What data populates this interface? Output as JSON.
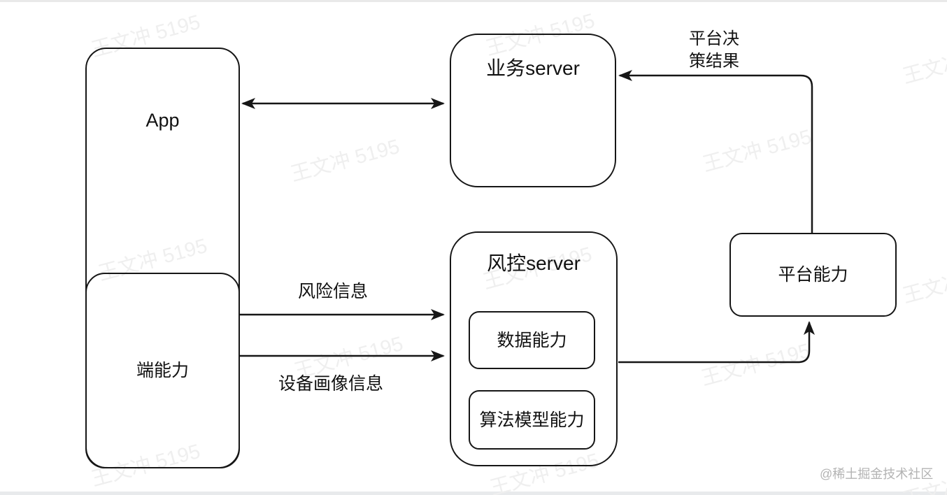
{
  "nodes": {
    "app": {
      "label": "App"
    },
    "device_capability": {
      "label": "端能力"
    },
    "business_server": {
      "label": "业务server"
    },
    "risk_server": {
      "label": "风控server"
    },
    "data_capability": {
      "label": "数据能力"
    },
    "algorithm_model_capability": {
      "label": "算法模型能力"
    },
    "platform_capability": {
      "label": "平台能力"
    }
  },
  "edges": {
    "app_business": {
      "label": ""
    },
    "risk_info": {
      "label": "风险信息"
    },
    "device_profile_info": {
      "label": "设备画像信息"
    },
    "platform_decision": {
      "label": "平台决策结果"
    },
    "risk_to_platform": {
      "label": ""
    }
  },
  "watermark": {
    "text": "王文冲 5195"
  },
  "attribution": {
    "text": "@稀土掘金技术社区"
  },
  "colors": {
    "line": "#161616",
    "text": "#111111",
    "watermark": "#efefef",
    "attribution_gray": "#b3b3b3",
    "background": "#ffffff"
  }
}
